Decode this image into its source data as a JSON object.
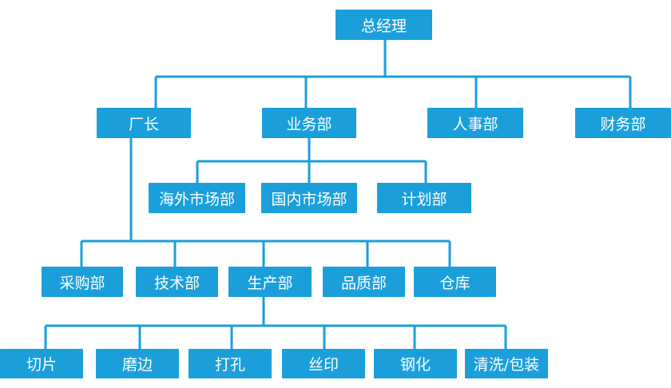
{
  "colors": {
    "node_fill": "#1a9fdb",
    "connector": "#1a9fdb",
    "text": "#ffffff"
  },
  "nodes": {
    "ceo": "总经理",
    "factory_director": "厂长",
    "business_dept": "业务部",
    "hr_dept": "人事部",
    "finance_dept": "财务部",
    "overseas_market": "海外市场部",
    "domestic_market": "国内市场部",
    "planning_dept": "计划部",
    "purchasing_dept": "采购部",
    "technical_dept": "技术部",
    "production_dept": "生产部",
    "quality_dept": "品质部",
    "warehouse": "仓库",
    "cutting": "切片",
    "grinding": "磨边",
    "drilling": "打孔",
    "silk_print": "丝印",
    "tempering": "钢化",
    "cleaning_packing": "清洗/包装"
  }
}
